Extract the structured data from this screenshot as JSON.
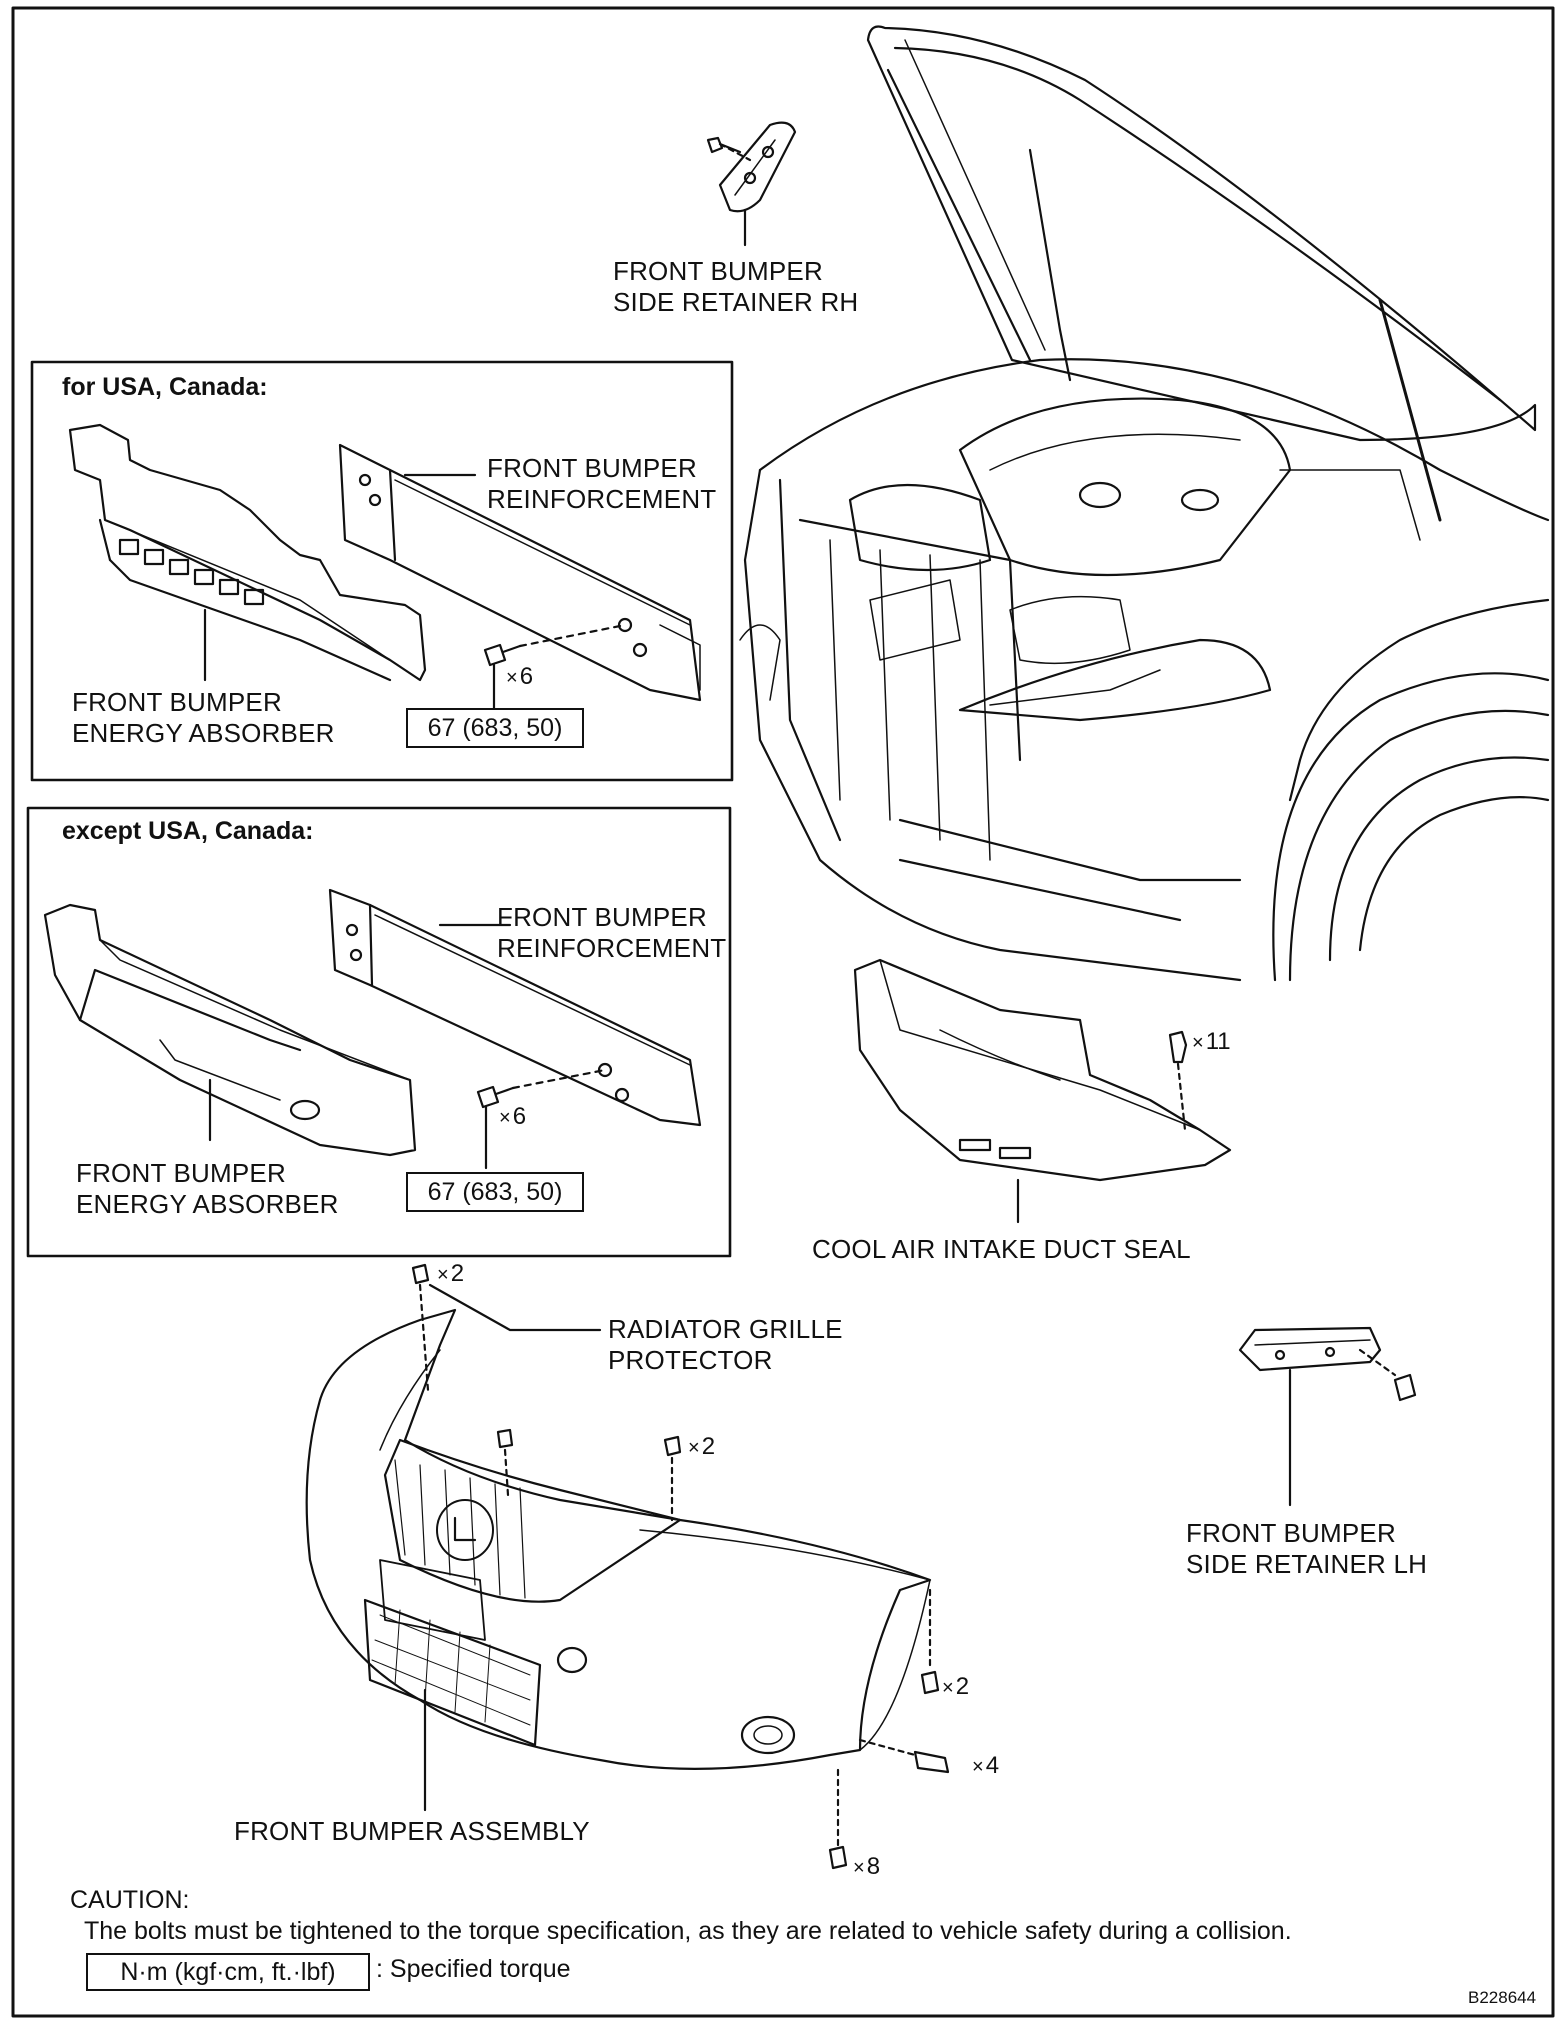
{
  "parts": {
    "side_retainer_rh": [
      "FRONT BUMPER",
      "SIDE RETAINER RH"
    ],
    "side_retainer_lh": [
      "FRONT BUMPER",
      "SIDE RETAINER LH"
    ],
    "cool_air_intake_duct_seal": "COOL AIR INTAKE DUCT SEAL",
    "radiator_grille_protector": [
      "RADIATOR GRILLE",
      "PROTECTOR"
    ],
    "front_bumper_assembly": "FRONT BUMPER ASSEMBLY"
  },
  "sections": [
    {
      "title": "for USA, Canada:",
      "reinforcement": [
        "FRONT BUMPER",
        "REINFORCEMENT"
      ],
      "energy_absorber": [
        "FRONT BUMPER",
        "ENERGY ABSORBER"
      ],
      "bolt_qty": "6",
      "torque": "67 (683, 50)"
    },
    {
      "title": "except USA, Canada:",
      "reinforcement": [
        "FRONT BUMPER",
        "REINFORCEMENT"
      ],
      "energy_absorber": [
        "FRONT BUMPER",
        "ENERGY ABSORBER"
      ],
      "bolt_qty": "6",
      "torque": "67 (683, 50)"
    }
  ],
  "quantities": {
    "intake_seal_clips": "11",
    "grille_protector_clips": "2",
    "bumper_top_clips": "2",
    "fender_screws": "2",
    "side_screws": "4",
    "bottom_screws": "8"
  },
  "qty_prefix": "×",
  "caution": {
    "heading": "CAUTION:",
    "text": "The bolts must be tightened to the torque specification, as they are related to vehicle safety during a collision."
  },
  "legend": {
    "box": "N·m (kgf·cm, ft.·lbf)",
    "text": ": Specified torque"
  },
  "figure_code": "B228644"
}
